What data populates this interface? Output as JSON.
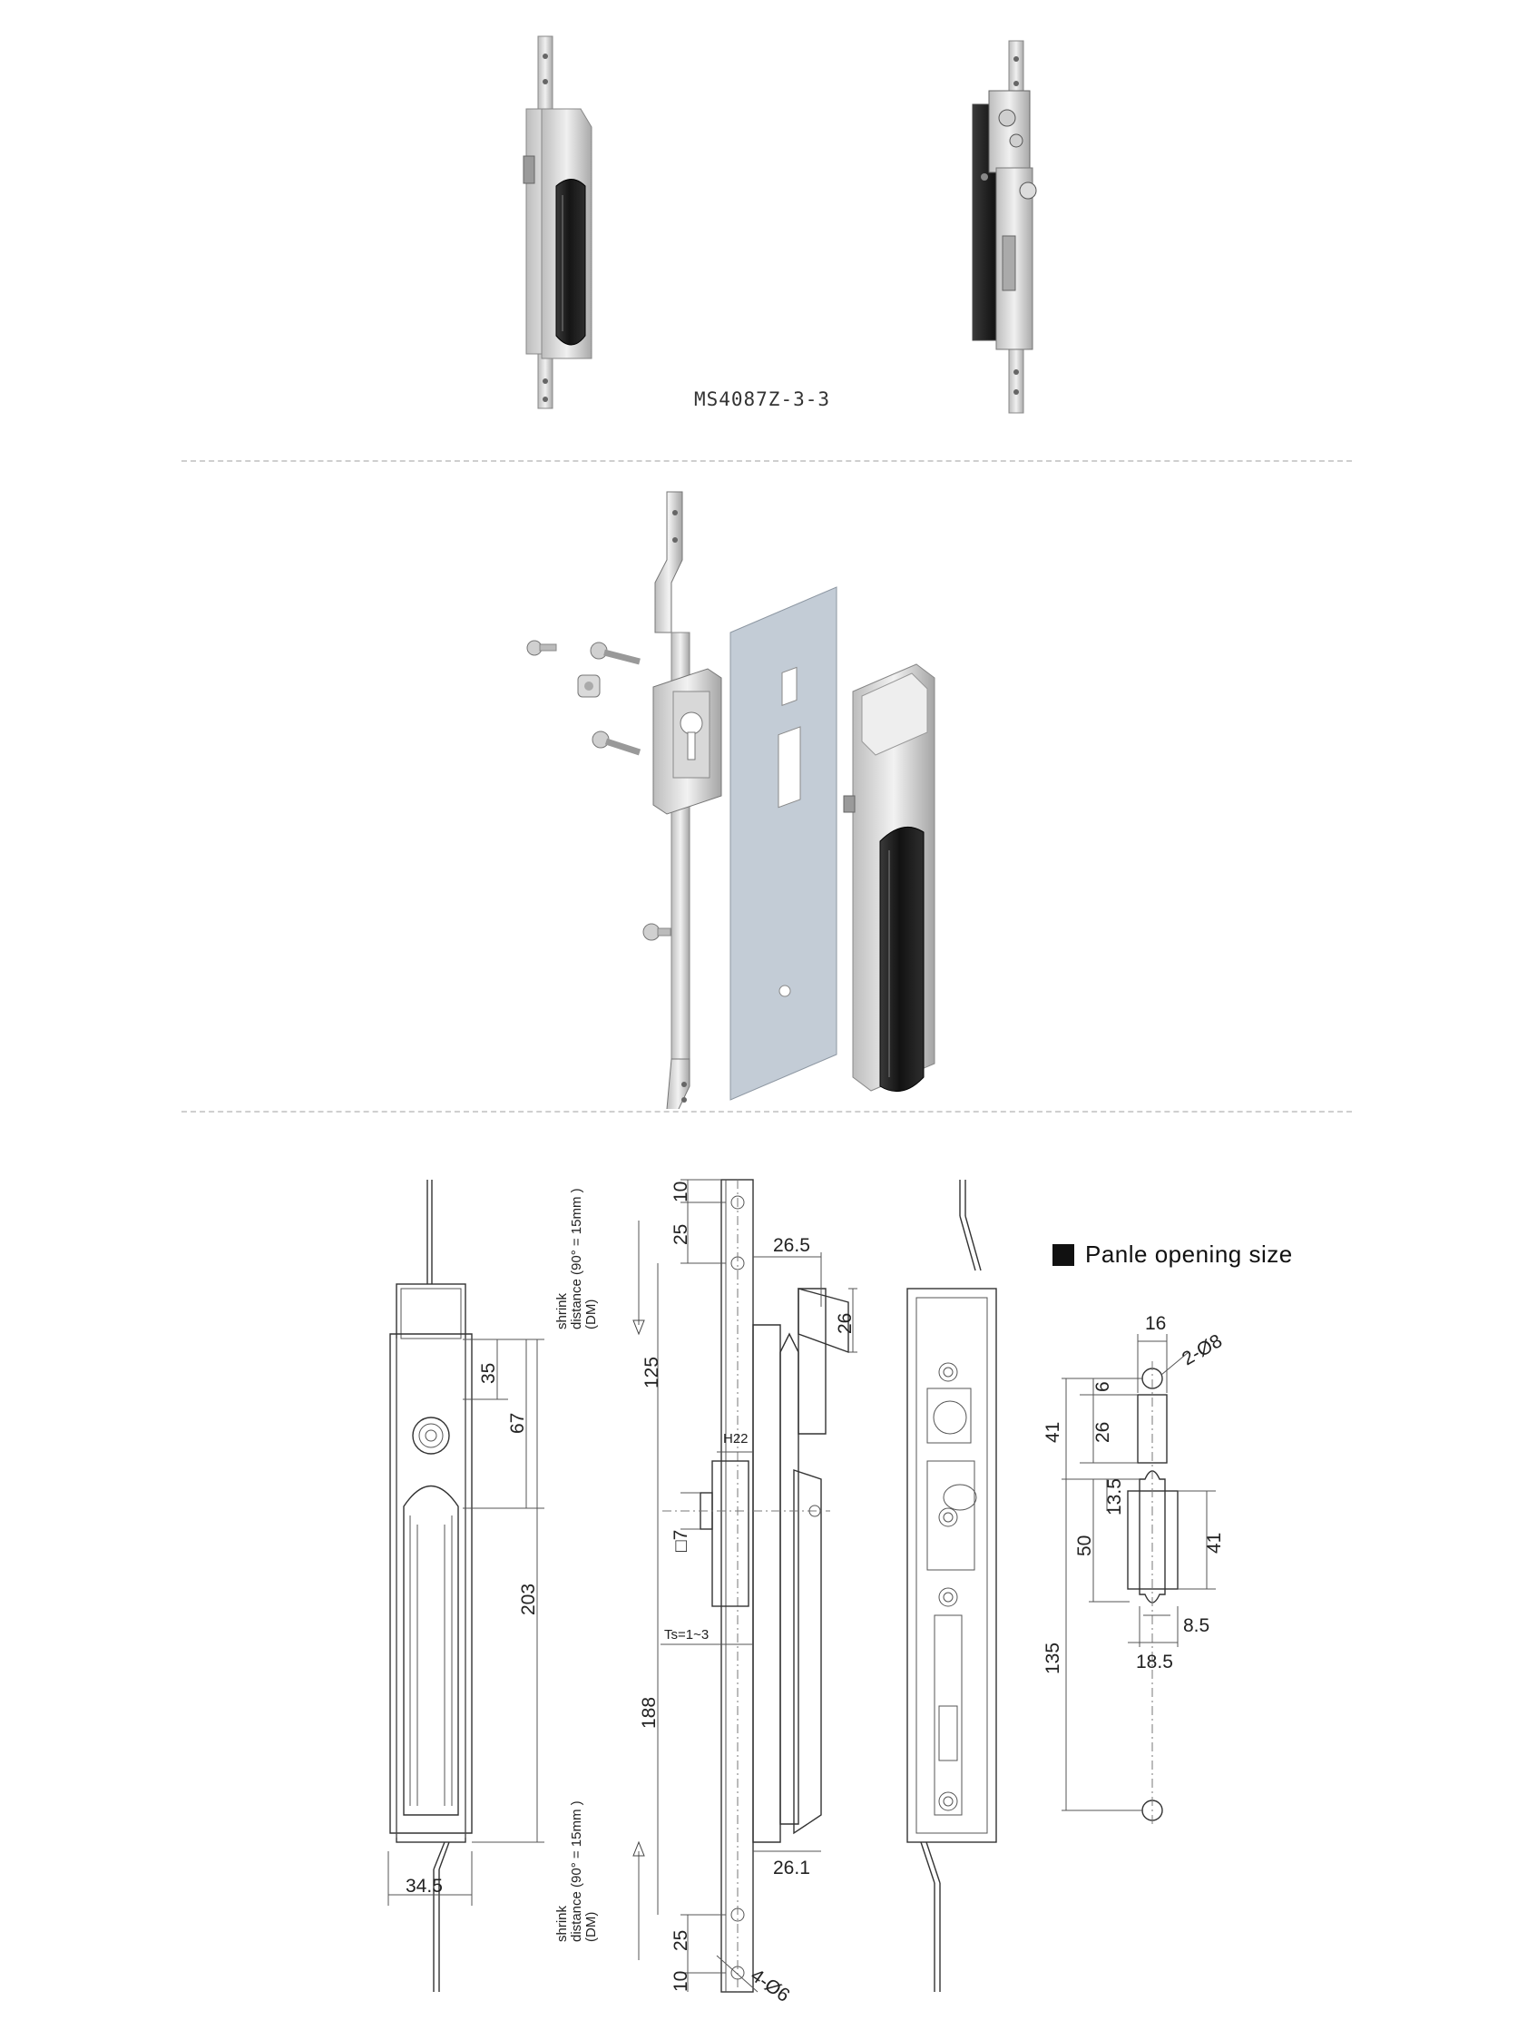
{
  "model": "MS4087Z-3-3",
  "legend": {
    "label": "Panle opening size",
    "color": "#111111"
  },
  "note": {
    "line1": "shrink",
    "line2": "distance (90° = 15mm )",
    "line3": "(DM)"
  },
  "front_view": {
    "d35": "35",
    "d67": "67",
    "d203": "203",
    "d345": "34.5"
  },
  "side_view": {
    "d10": "10",
    "d25": "25",
    "d265": "26.5",
    "d26": "26",
    "d125": "125",
    "h22": "H22",
    "sq7": "□7",
    "ts": "Ts=1~3",
    "d188": "188",
    "d261": "26.1",
    "d25b": "25",
    "d10b": "10",
    "holes": "4-Ø6"
  },
  "panel": {
    "d16": "16",
    "holes": "2-Ø8",
    "d6": "6",
    "d41a": "41",
    "d26": "26",
    "d135b": "13.5",
    "d50": "50",
    "d41b": "41",
    "d85": "8.5",
    "d185": "18.5",
    "d135": "135"
  },
  "colors": {
    "metal_light": "#e8e8e8",
    "metal_mid": "#bdbdbd",
    "metal_dark": "#8a8a8a",
    "handle_black": "#1b1b1b",
    "panel_blue": "#c3ccd6",
    "line": "#333333"
  }
}
